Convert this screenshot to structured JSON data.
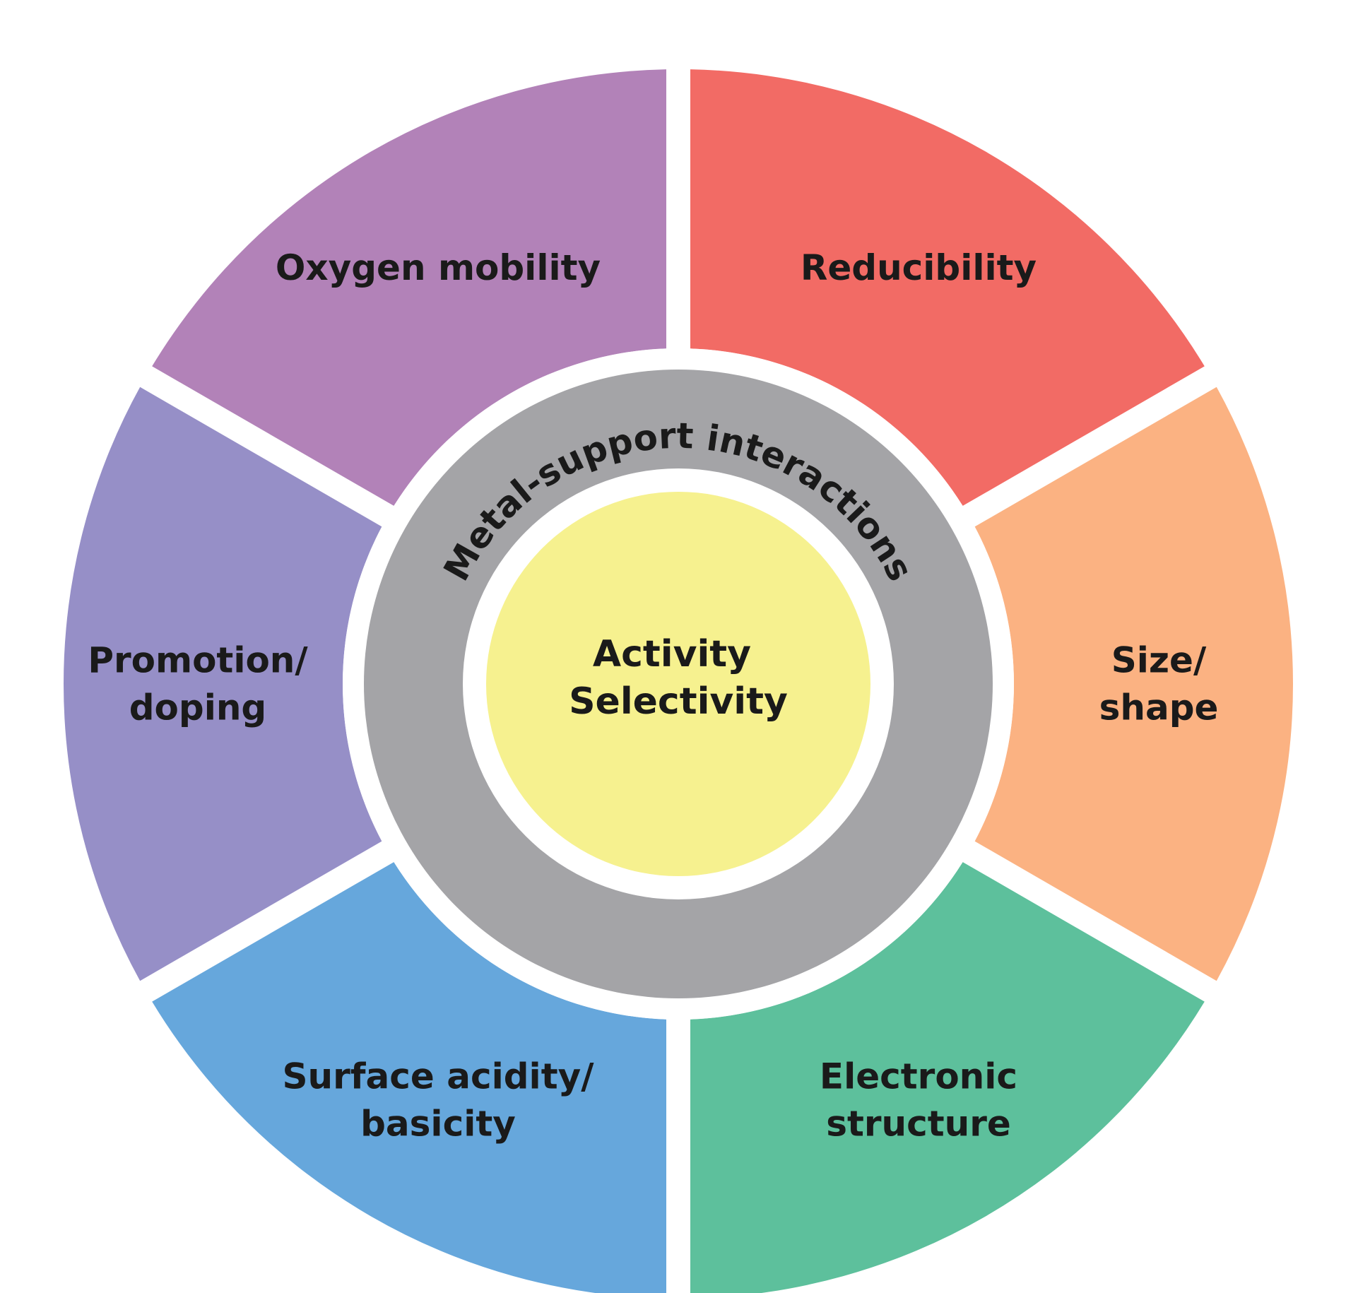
{
  "segments": [
    {
      "id": "reducibility",
      "lines": [
        "Reducibility"
      ],
      "color": "#f26b65"
    },
    {
      "id": "size-shape",
      "lines": [
        "Size/",
        "shape"
      ],
      "color": "#fbb282"
    },
    {
      "id": "electronic-structure",
      "lines": [
        "Electronic",
        "structure"
      ],
      "color": "#5dc09c"
    },
    {
      "id": "surface-acidity-basicity",
      "lines": [
        "Surface acidity/",
        "basicity"
      ],
      "color": "#66a7dc"
    },
    {
      "id": "promotion-doping",
      "lines": [
        "Promotion/",
        "doping"
      ],
      "color": "#968fc7"
    },
    {
      "id": "oxygen-mobility",
      "lines": [
        "Oxygen mobility"
      ],
      "color": "#b282b8"
    }
  ],
  "ring": {
    "label": "Metal-support interactions",
    "color": "#a4a4a7"
  },
  "center": {
    "lines": [
      "Activity",
      "Selectivity"
    ],
    "color": "#f6f18f"
  }
}
